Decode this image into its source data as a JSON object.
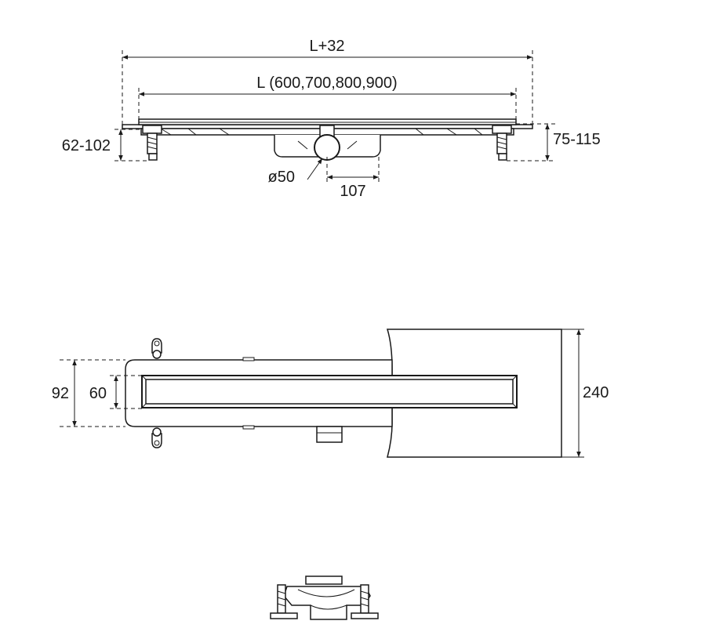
{
  "drawing": {
    "front_view": {
      "overall_length_label": "L+32",
      "length_label": "L (600,700,800,900)",
      "left_height_label": "62-102",
      "right_height_label": "75-115",
      "outlet_diameter_label": "ø50",
      "outlet_offset_label": "107"
    },
    "plan_view": {
      "outer_width_label": "92",
      "inner_width_label": "60",
      "tile_width_label": "240"
    },
    "side_view": {}
  },
  "colors": {
    "line": "#1a1a1a",
    "background": "#ffffff"
  }
}
